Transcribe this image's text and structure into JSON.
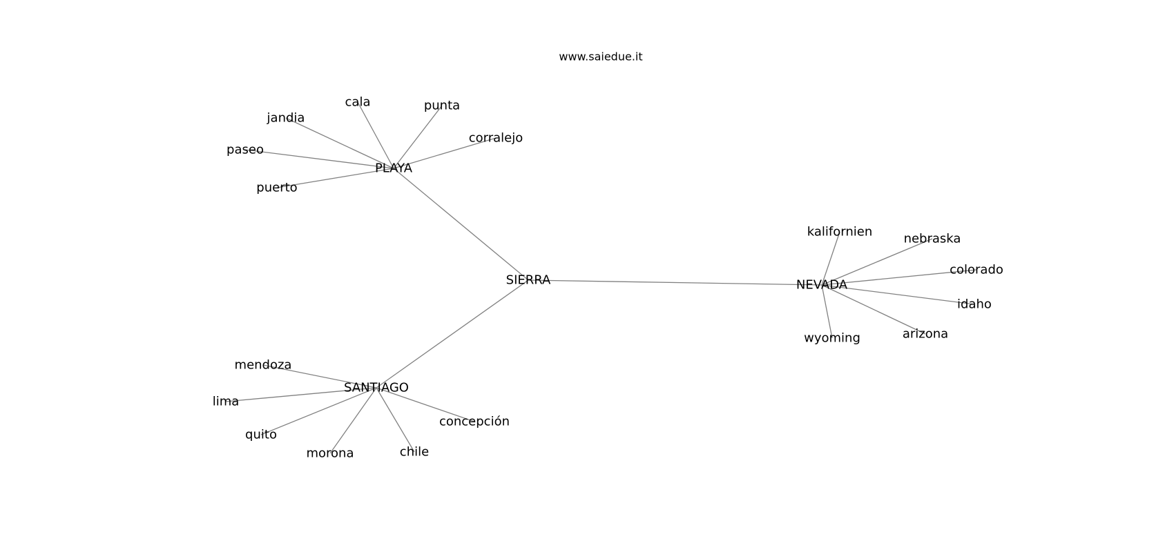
{
  "header": {
    "site": "www.saiedue.it"
  },
  "graph": {
    "edge_color": "#808080",
    "text_color": "#000000",
    "root": "SIERRA",
    "clusters": [
      {
        "hub": "PLAYA",
        "leaves": [
          "cala",
          "punta",
          "jandia",
          "corralejo",
          "paseo",
          "puerto"
        ]
      },
      {
        "hub": "NEVADA",
        "leaves": [
          "kalifornien",
          "nebraska",
          "colorado",
          "idaho",
          "arizona",
          "wyoming"
        ]
      },
      {
        "hub": "SANTIAGO",
        "leaves": [
          "mendoza",
          "lima",
          "quito",
          "morona",
          "chile",
          "concepción"
        ]
      }
    ]
  }
}
